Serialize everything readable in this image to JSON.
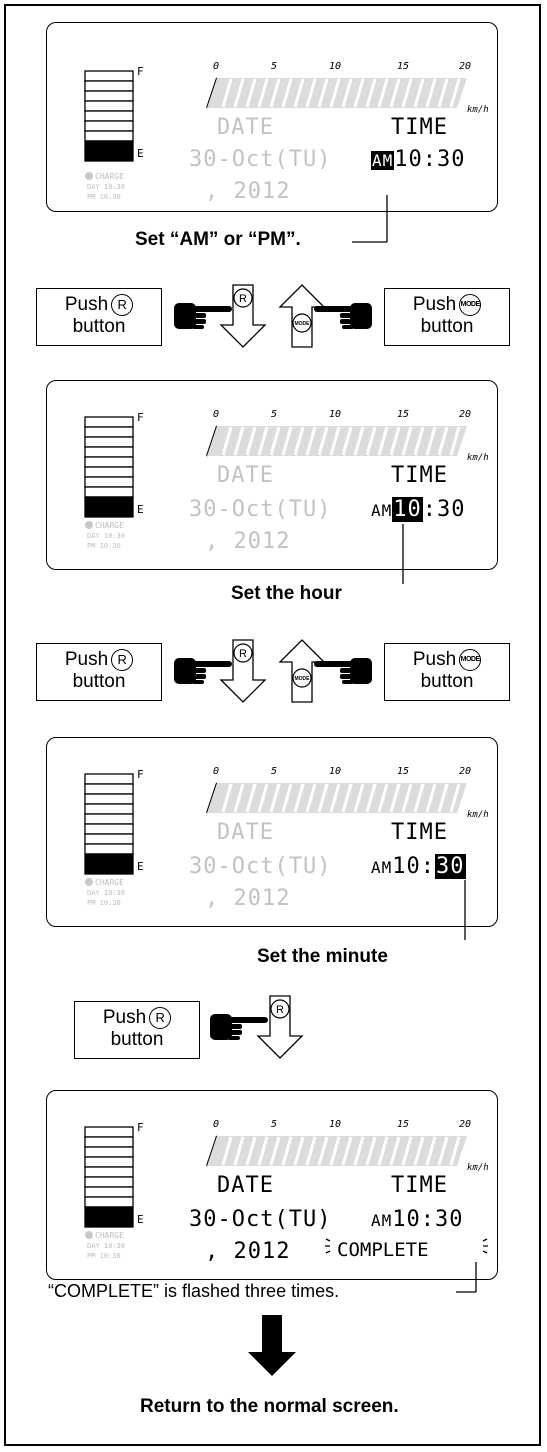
{
  "panels": [
    {
      "scale": [
        "0",
        "5",
        "10",
        "15",
        "20"
      ],
      "unit": "km/h",
      "date_label": "DATE",
      "time_label": "TIME",
      "date_value": "30-Oct(TU)",
      "year": ", 2012",
      "ampm": "AM",
      "hour": "10",
      "colon": ":",
      "minute": "30",
      "charge": "CHARGE",
      "day_line": "DAY 10:30",
      "pm_line": "PM 10:30",
      "fuel_full": "F",
      "fuel_empty": "E",
      "caption": "Set “AM” or “PM”."
    },
    {
      "scale": [
        "0",
        "5",
        "10",
        "15",
        "20"
      ],
      "unit": "km/h",
      "date_label": "DATE",
      "time_label": "TIME",
      "date_value": "30-Oct(TU)",
      "year": ", 2012",
      "ampm": "AM",
      "hour": "10",
      "colon": ":",
      "minute": "30",
      "charge": "CHARGE",
      "day_line": "DAY 10:30",
      "pm_line": "PM 10:30",
      "fuel_full": "F",
      "fuel_empty": "E",
      "caption": "Set the hour"
    },
    {
      "scale": [
        "0",
        "5",
        "10",
        "15",
        "20"
      ],
      "unit": "km/h",
      "date_label": "DATE",
      "time_label": "TIME",
      "date_value": "30-Oct(TU)",
      "year": ", 2012",
      "ampm": "AM",
      "hour": "10",
      "colon": ":",
      "minute": "30",
      "charge": "CHARGE",
      "day_line": "DAY 10:30",
      "pm_line": "PM 10:30",
      "fuel_full": "F",
      "fuel_empty": "E",
      "caption": "Set the minute"
    },
    {
      "scale": [
        "0",
        "5",
        "10",
        "15",
        "20"
      ],
      "unit": "km/h",
      "date_label": "DATE",
      "time_label": "TIME",
      "date_value": "30-Oct(TU)",
      "year": ", 2012",
      "ampm": "AM",
      "hour": "10",
      "colon": ":",
      "minute": "30",
      "complete": "COMPLETE",
      "charge": "CHARGE",
      "day_line": "DAY 10:30",
      "pm_line": "PM 10:30",
      "fuel_full": "F",
      "fuel_empty": "E",
      "caption": "“COMPLETE” is flashed three times."
    }
  ],
  "push": {
    "word": "Push",
    "button": "button",
    "r_symbol": "R",
    "mode_symbol": "MODE"
  },
  "final_caption": "Return to the normal screen."
}
